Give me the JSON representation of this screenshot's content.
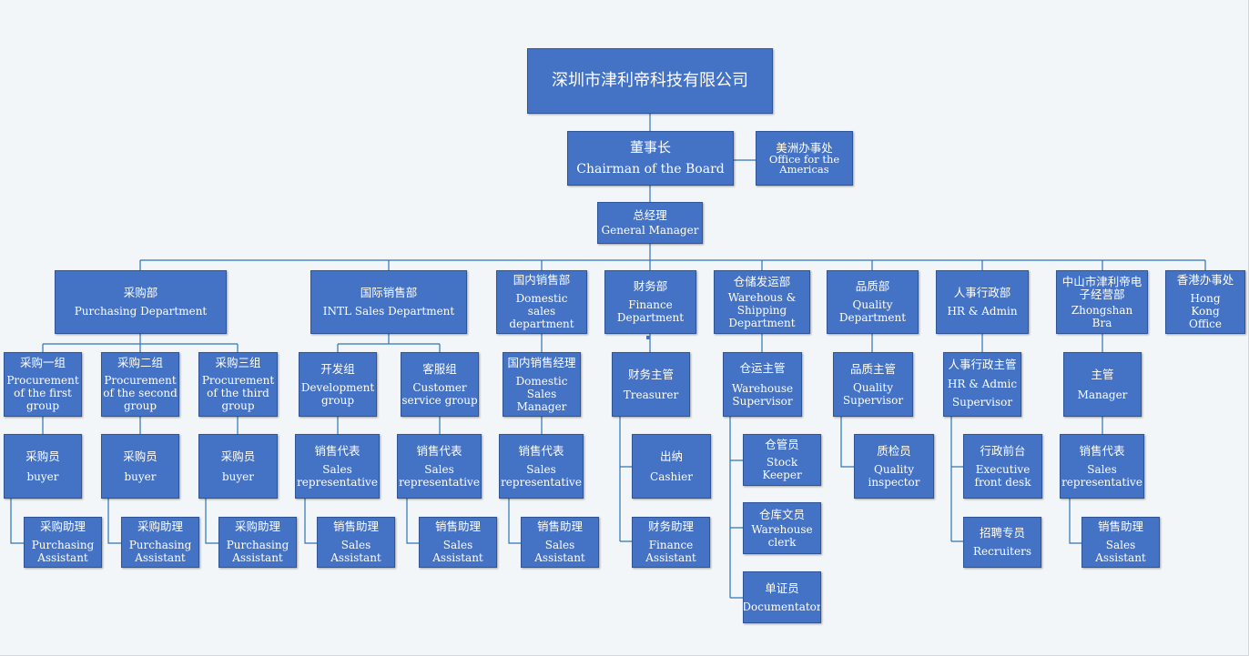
{
  "company": {
    "cn": "深圳市津利帝科技有限公司"
  },
  "chairman": {
    "cn": "董事长",
    "en": "Chairman of the Board"
  },
  "americas_office": {
    "cn": "美洲办事处",
    "en": "Office for the Americas"
  },
  "general_manager": {
    "cn": "总经理",
    "en": "General Manager"
  },
  "departments": {
    "purchasing": {
      "cn": "采购部",
      "en": "Purchasing Department"
    },
    "intl_sales": {
      "cn": "国际销售部",
      "en": "INTL Sales Department"
    },
    "domestic_sales": {
      "cn": "国内销售部",
      "en": "Domestic sales department"
    },
    "finance": {
      "cn": "财务部",
      "en": "Finance Department"
    },
    "warehouse": {
      "cn": "仓储发运部",
      "en": "Warehous & Shipping Department"
    },
    "quality": {
      "cn": "品质部",
      "en": "Quality Department"
    },
    "hr": {
      "cn": "人事行政部",
      "en": "HR & Admin"
    },
    "zhongshan": {
      "cn": "中山市津利帝电子经营部",
      "en": "Zhongshan Bra"
    },
    "hongkong": {
      "cn": "香港办事处",
      "en": "Hong Kong Office"
    }
  },
  "purchasing": {
    "groups": [
      {
        "cn": "采购一组",
        "en": "Procurement of the first group"
      },
      {
        "cn": "采购二组",
        "en": "Procurement of the second group"
      },
      {
        "cn": "采购三组",
        "en": "Procurement of the third group"
      }
    ],
    "buyer": {
      "cn": "采购员",
      "en": "buyer"
    },
    "assistant": {
      "cn": "采购助理",
      "en": "Purchasing Assistant"
    }
  },
  "intl": {
    "dev_group": {
      "cn": "开发组",
      "en": "Development group"
    },
    "cs_group": {
      "cn": "客服组",
      "en": "Customer service group"
    }
  },
  "domestic": {
    "manager": {
      "cn": "国内销售经理",
      "en": "Domestic Sales Manager"
    }
  },
  "sales_rep": {
    "cn": "销售代表",
    "en": "Sales representative"
  },
  "sales_assistant": {
    "cn": "销售助理",
    "en": "Sales Assistant"
  },
  "finance": {
    "treasurer": {
      "cn": "财务主管",
      "en": "Treasurer"
    },
    "cashier": {
      "cn": "出纳",
      "en": "Cashier"
    },
    "assistant": {
      "cn": "财务助理",
      "en": "Finance Assistant"
    }
  },
  "warehouse": {
    "supervisor": {
      "cn": "仓运主管",
      "en": "Warehouse Supervisor"
    },
    "keeper": {
      "cn": "仓管员",
      "en": "Stock Keeper"
    },
    "clerk": {
      "cn": "仓库文员",
      "en": "Warehouse clerk"
    },
    "documentator": {
      "cn": "单证员",
      "en": "Documentator"
    }
  },
  "quality": {
    "supervisor": {
      "cn": "品质主管",
      "en": "Quality Supervisor"
    },
    "inspector": {
      "cn": "质检员",
      "en": "Quality inspector"
    }
  },
  "hr": {
    "supervisor": {
      "cn": "人事行政主管",
      "en": "HR & Admic Supervisor"
    },
    "front_desk": {
      "cn": "行政前台",
      "en": "Executive front desk"
    },
    "recruiters": {
      "cn": "招聘专员",
      "en": "Recruiters"
    }
  },
  "zhongshan": {
    "manager": {
      "cn": "主管",
      "en": "Manager"
    }
  },
  "colors": {
    "box_fill": "#4472c4",
    "box_border": "#2f5597",
    "line": "#2e75b6",
    "background": "#f3f6f9"
  }
}
